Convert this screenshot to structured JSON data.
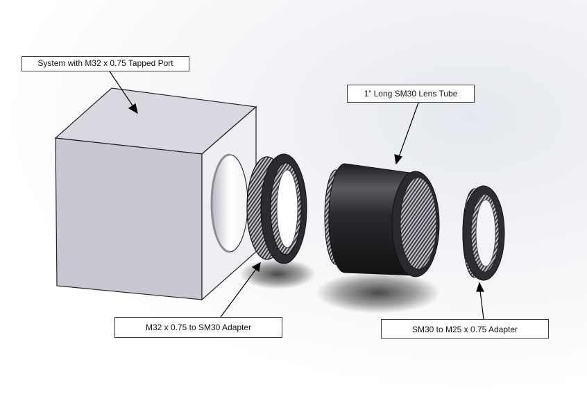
{
  "labels": {
    "system": "System with M32 x 0.75 Tapped Port",
    "lens_tube": "1” Long SM30 Lens Tube",
    "m32_adapter": "M32 x 0.75 to SM30 Adapter",
    "sm30_adapter": "SM30 to M25 x 0.75 Adapter"
  },
  "colors": {
    "cube_front": "#c8c8d2",
    "cube_top": "#d8d8e0",
    "cube_side": "#eeeef3",
    "parts_dark": "#2a2a2e",
    "thread_light": "#bcbcc4"
  }
}
